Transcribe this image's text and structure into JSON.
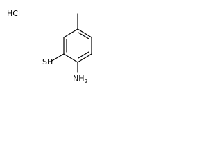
{
  "molecule": {
    "salt": "HCl",
    "substituents": {
      "thiol": "SH",
      "amine_n": "NH",
      "amine_subscript": "2"
    }
  }
}
